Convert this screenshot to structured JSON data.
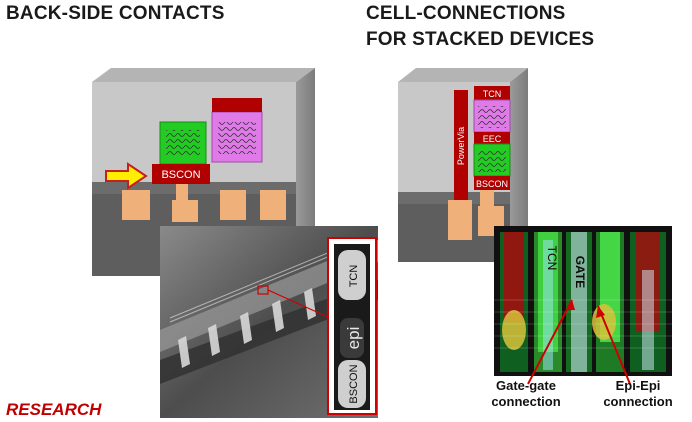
{
  "titles": {
    "left": "BACK-SIDE CONTACTS",
    "right_line1": "CELL-CONNECTIONS",
    "right_line2": "FOR STACKED DEVICES"
  },
  "labels": {
    "bscon": "BSCON",
    "tcn": "TCN",
    "eec": "EEC",
    "powervia": "PowerVia",
    "epi": "epi",
    "gate": "GATE"
  },
  "captions": {
    "gate_gate": "Gate-gate connection",
    "gate_gate_l1": "Gate-gate",
    "gate_gate_l2": "connection",
    "epi_epi_l1": "Epi-Epi",
    "epi_epi_l2": "connection"
  },
  "footer": "RESEARCH",
  "colors": {
    "accent_red": "#b00000",
    "green": "#22cc22",
    "magenta": "#e07ae8",
    "orange_contact": "#f0b07a",
    "yellow_arrow": "#ffee00"
  }
}
